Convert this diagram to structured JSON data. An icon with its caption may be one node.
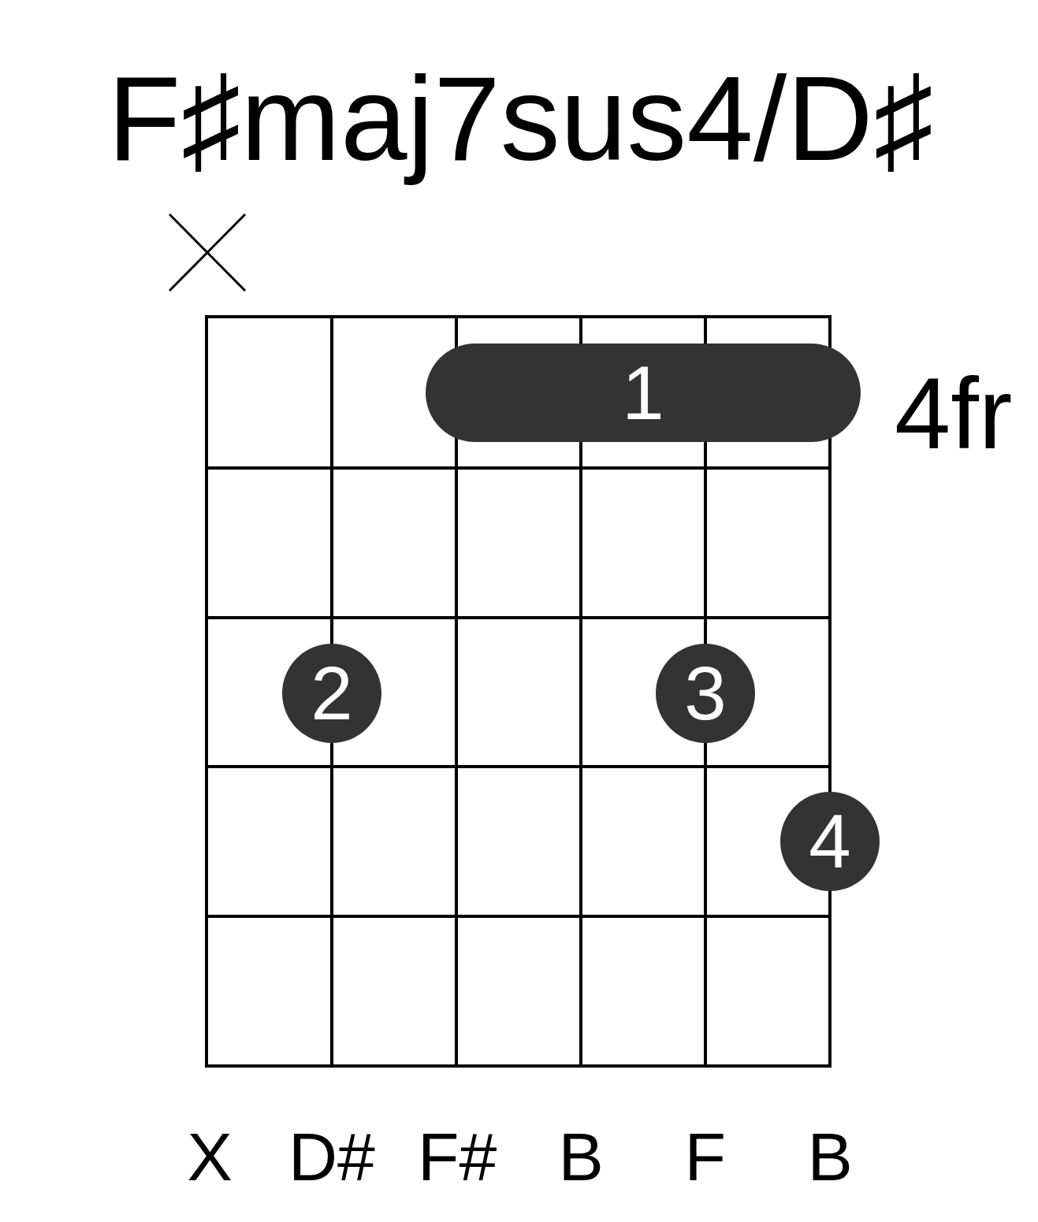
{
  "diagram": {
    "title": "F♯maj7sus4/D♯",
    "nodes": [
      {
        "text": [
          "1"
        ]
      },
      {
        "text": [
          "2"
        ]
      },
      {
        "text": [
          "3"
        ]
      },
      {
        "text": [
          "4"
        ]
      }
    ],
    "labels": [
      "4fr",
      "X",
      "D#",
      "F#",
      "B",
      "F",
      "B"
    ]
  }
}
